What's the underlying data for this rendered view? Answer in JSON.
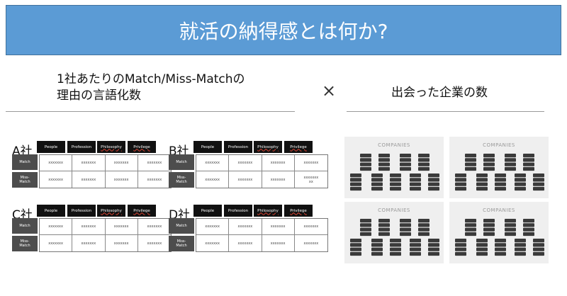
{
  "title": "就活の納得感とは何か?",
  "left_heading": {
    "line1": "1社あたりのMatch/Miss-Matchの",
    "line2": "理由の言語化数"
  },
  "times_symbol": "×",
  "right_heading": "出会った企業の数",
  "table_columns": [
    "People",
    "Profession",
    "Philosophy",
    "Privilege"
  ],
  "row_labels": [
    "Match",
    "Miss-\nMatch"
  ],
  "companies": [
    {
      "name": "A社",
      "cells": [
        "xxxxxxx",
        "xxxxxxx",
        "xxxxxxx",
        "xxxxxxx",
        "xxxxxxx",
        "xxxxxxx",
        "xxxxxxx",
        "xxxxxxx"
      ]
    },
    {
      "name": "B社",
      "cells": [
        "xxxxxxx",
        "xxxxxxx",
        "xxxxxxx",
        "xxxxxxx",
        "xxxxxxx",
        "xxxxxxx",
        "xxxxxxx",
        "xxxxxxx\nxx"
      ]
    },
    {
      "name": "C社",
      "cells": [
        "xxxxxxx",
        "xxxxxxx",
        "xxxxxxx",
        "xxxxxxx",
        "xxxxxxx",
        "xxxxxxx",
        "xxxxxxx",
        "xxxxxxx"
      ]
    },
    {
      "name": "D社",
      "cells": [
        "xxxxxxx",
        "xxxxxxx",
        "xxxxxxx",
        "xxxxxxx",
        "xxxxxxx",
        "xxxxxxx",
        "xxxxxxx",
        "xxxxxxx"
      ]
    }
  ],
  "panels": [
    {
      "label": "COMPANIES",
      "icon": "server-stack-icon"
    },
    {
      "label": "COMPANIES",
      "icon": "server-stack-icon"
    },
    {
      "label": "COMPANIES",
      "icon": "server-stack-icon"
    },
    {
      "label": "COMPANIES",
      "icon": "server-stack-icon"
    }
  ],
  "colors": {
    "banner": "#5b9bd5",
    "header_cells": "#111111",
    "row_labels": "#4d4d4d",
    "panel_bg": "#efefef",
    "stack_icon": "#3a3a3a"
  }
}
